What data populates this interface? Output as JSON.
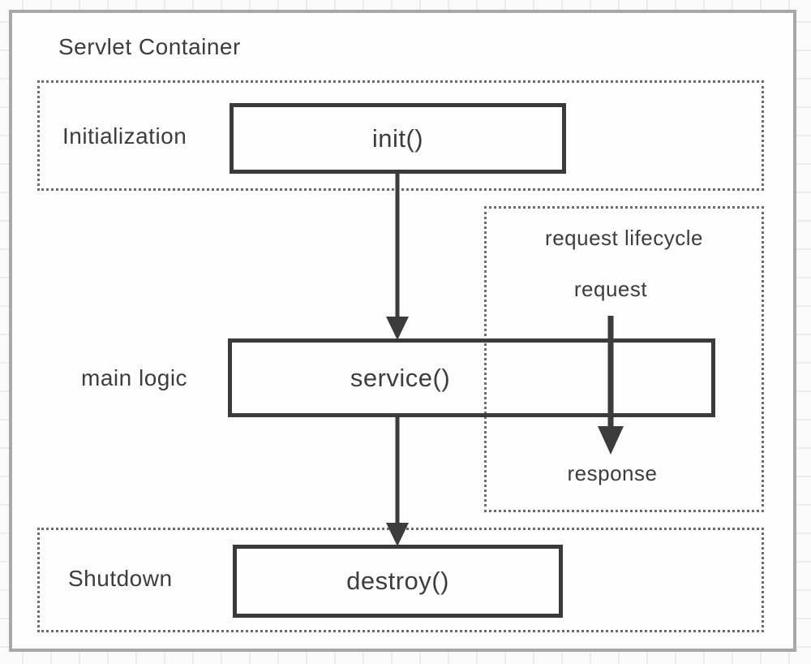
{
  "diagram": {
    "title": "Servlet Container",
    "sections": {
      "initialization": {
        "label": "Initialization",
        "method": "init()"
      },
      "main_logic": {
        "label": "main logic",
        "method": "service()"
      },
      "shutdown": {
        "label": "Shutdown",
        "method": "destroy()"
      }
    },
    "request_lifecycle": {
      "title": "request lifecycle",
      "input_label": "request",
      "output_label": "response"
    },
    "flow": [
      "init() -> service()",
      "service() -> destroy()",
      "request -> response (through service())"
    ],
    "colors": {
      "box_border": "#3a3a3a",
      "text": "#3d3d3d",
      "dotted_border": "#6b6b6b",
      "container_border": "#a8a8a8",
      "arrow": "#3c3c3c",
      "grid_line": "#ececec",
      "background": "#fafafa"
    }
  }
}
